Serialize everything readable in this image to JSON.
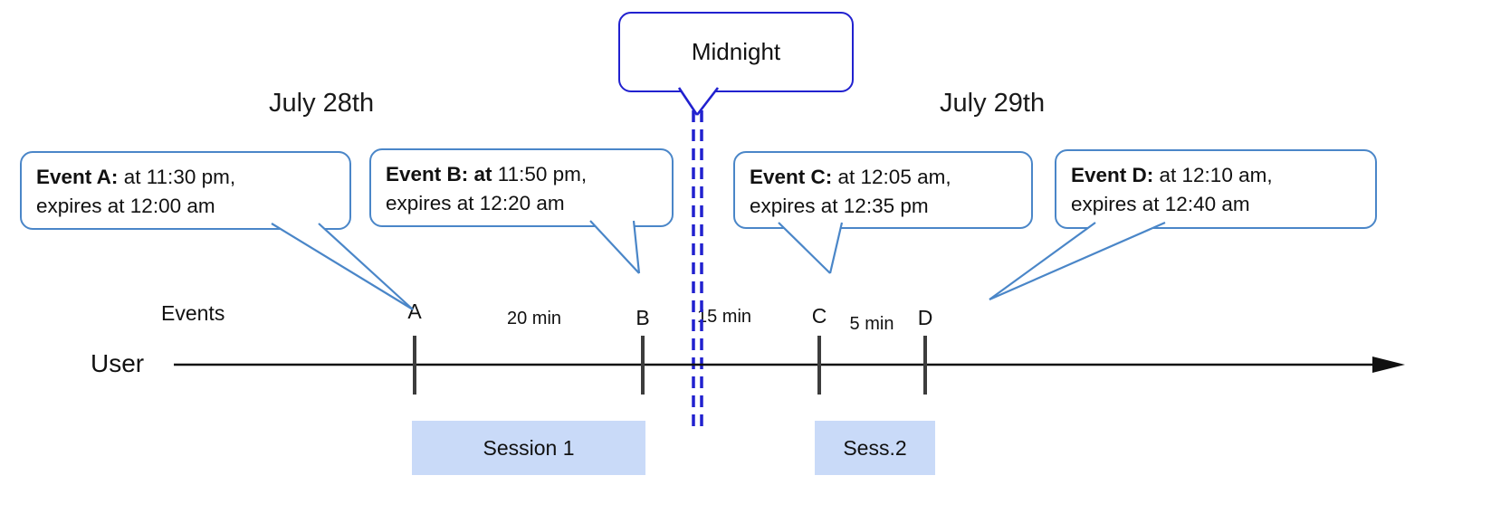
{
  "diagram": {
    "dates": {
      "left": "July 28th",
      "right": "July 29th"
    },
    "midnight_label": "Midnight",
    "axis": {
      "events_label": "Events",
      "user_label": "User"
    },
    "callouts": [
      {
        "bold": "Event A:",
        "rest": " at 11:30 pm,",
        "line2": "expires at 12:00 am"
      },
      {
        "bold": "Event B: at",
        "rest": " 11:50 pm,",
        "line2": "expires at 12:20 am"
      },
      {
        "bold": "Event C:",
        "rest": " at 12:05 am,",
        "line2": "expires at 12:35 pm"
      },
      {
        "bold": "Event D:",
        "rest": " at 12:10 am,",
        "line2": "expires at 12:40 am"
      }
    ],
    "ticks": [
      {
        "label": "A"
      },
      {
        "label": "B"
      },
      {
        "label": "C"
      },
      {
        "label": "D"
      }
    ],
    "intervals": [
      {
        "label": "20 min"
      },
      {
        "label": "15 min"
      },
      {
        "label": "5 min"
      }
    ],
    "sessions": [
      {
        "label": "Session 1"
      },
      {
        "label": "Sess.2"
      }
    ],
    "colors": {
      "callout_border": "#4a86c8",
      "midnight_border": "#2121cf",
      "dashed_line": "#2121cf",
      "session_fill": "#c9daf8",
      "timeline": "#111111"
    }
  }
}
